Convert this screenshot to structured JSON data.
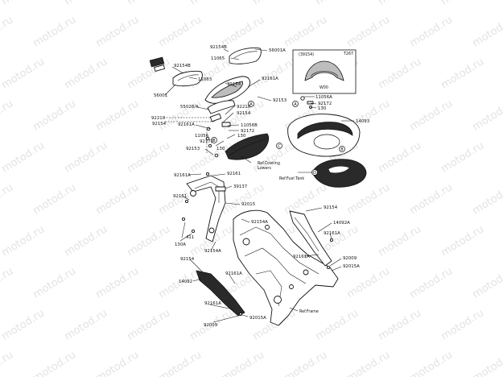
{
  "watermark_text": "motod.ru",
  "inset": {
    "part_code": "(39154)",
    "note_code": "T267",
    "caption": "W00"
  },
  "labels": {
    "p92154b": "92154B",
    "p56001a": "56001A",
    "p11065_top": "11065",
    "p92154b_left": "92154B",
    "p11063": "11063",
    "p39154": "39154",
    "p56001": "56001",
    "p92161a_top": "92161A",
    "p55028a": "55028/A",
    "p92210_right": "92210",
    "p92154_right": "92154",
    "p92153_top": "92153",
    "p92210_left": "92210",
    "p92154_left": "92154",
    "p92161a_mid": "92161A",
    "p11056b": "11056B",
    "p92172_mid": "92172",
    "p11056": "11056",
    "p92172_l": "92172",
    "p130_a": "130",
    "p130_b": "130",
    "p92153_bottom": "92153",
    "p11056a": "11056A",
    "p92172_r": "92172",
    "p130_r": "130",
    "p14093": "14093",
    "ref_cowling": "Ref.Cowling",
    "ref_cowling2": "Lowers",
    "ref_fuel": "Ref.Fuel Tank",
    "p92161a_frame": "92161A",
    "p92161_frame": "92161",
    "p92161_left": "92161",
    "p39137": "39137",
    "p92015": "92015",
    "p92154a": "92154A",
    "p92154_fr": "92154",
    "p14092a": "14092A",
    "p411": "411",
    "p130a": "130A",
    "p92154a_b": "92154A",
    "p92161a_r": "92161A",
    "p92161a_rr": "92161A",
    "p92009_r": "92009",
    "p92015a_r": "92015A",
    "p92154_l": "92154",
    "p14092": "14092",
    "p92161a_bot": "92161A",
    "p92161a_bl": "92161A",
    "p92015a_b": "92015A",
    "p92009_b": "92009",
    "ref_frame": "Ref.Frame"
  },
  "callouts": {
    "a": "A",
    "b": "B",
    "c": "C",
    "d": "D"
  }
}
